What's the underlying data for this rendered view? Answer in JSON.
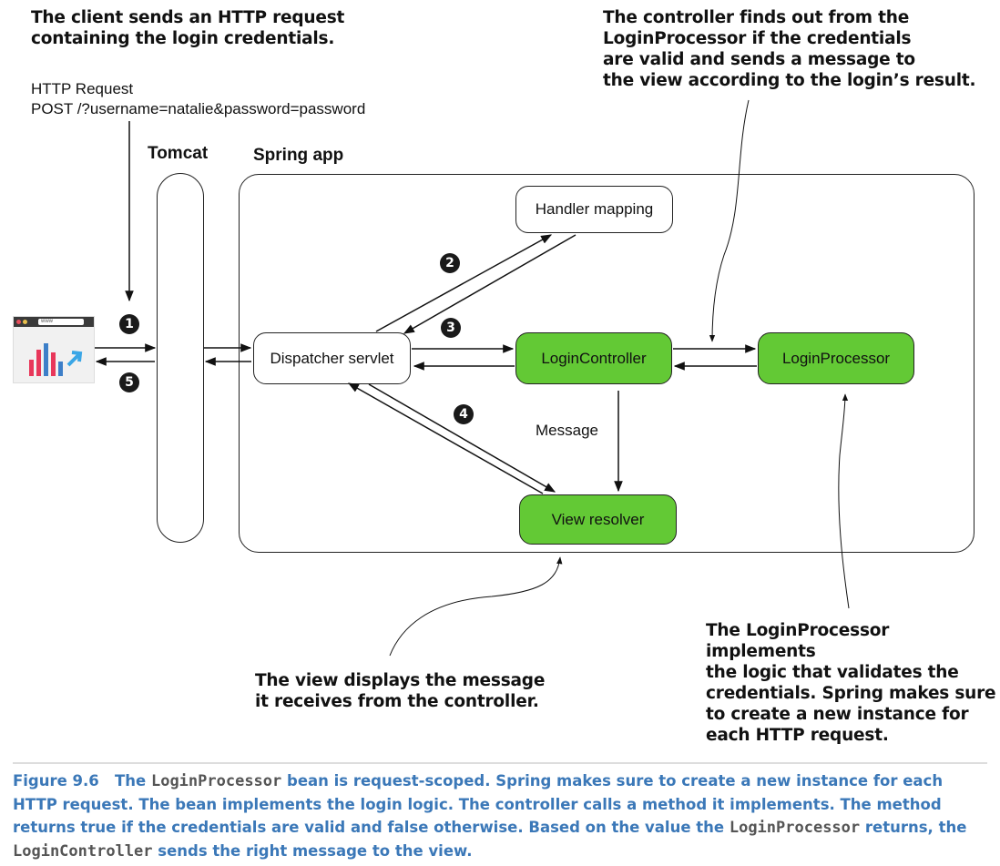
{
  "annotations": {
    "client_request": "The client sends an HTTP request\ncontaining the login credentials.",
    "controller_finds": "The controller finds out from the\nLoginProcessor if the credentials\nare valid and sends a message to\nthe view according to the login’s result.",
    "view_displays": "The view displays the message\nit receives from the controller.",
    "processor_implements": "The LoginProcessor implements\nthe logic that validates the\ncredentials. Spring makes sure\nto create a new instance for\neach HTTP request."
  },
  "http_request": {
    "line1": "HTTP Request",
    "line2": "POST /?username=natalie&password=password"
  },
  "containers": {
    "tomcat": "Tomcat",
    "spring_app": "Spring app"
  },
  "nodes": {
    "handler_mapping": "Handler mapping",
    "dispatcher_servlet": "Dispatcher servlet",
    "login_controller": "LoginController",
    "login_processor": "LoginProcessor",
    "view_resolver": "View resolver"
  },
  "edge_labels": {
    "message": "Message"
  },
  "steps": [
    "1",
    "2",
    "3",
    "4",
    "5"
  ],
  "colors": {
    "green_node": "#63c935",
    "caption_blue": "#3b78b8"
  },
  "browser": {
    "address_text": "www"
  },
  "caption": {
    "figure": "Figure 9.6",
    "p1": "The ",
    "code1": "LoginProcessor",
    "p2": " bean is request-scoped. Spring makes sure to create a new instance for each HTTP request. The bean implements the login logic. The controller calls a method it implements. The method returns true if the credentials are valid and false otherwise. Based on the value the ",
    "code2": "LoginProcessor",
    "p3": " returns, the ",
    "code3": "LoginController",
    "p4": " sends the right message to the view."
  }
}
